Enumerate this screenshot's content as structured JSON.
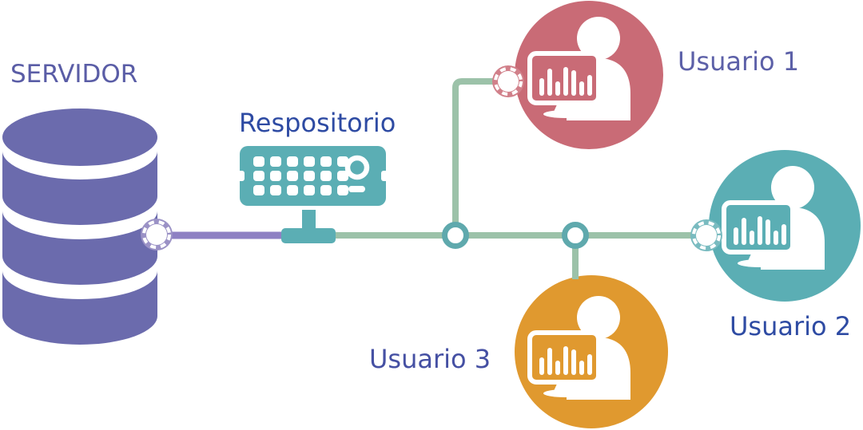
{
  "diagram": {
    "nodes": {
      "servidor": {
        "label": "SERVIDOR",
        "type": "database-server",
        "icon": "database-icon",
        "color": "#6B6BAD"
      },
      "repositorio": {
        "label": "Respositorio",
        "type": "repository-device",
        "icon": "network-device-icon",
        "color": "#5BAEB4"
      },
      "usuario1": {
        "label": "Usuario 1",
        "type": "user-workstation",
        "icon": "user-monitor-icon",
        "color": "#C96B76"
      },
      "usuario2": {
        "label": "Usuario 2",
        "type": "user-workstation",
        "icon": "user-monitor-icon",
        "color": "#5BAEB4"
      },
      "usuario3": {
        "label": "Usuario 3",
        "type": "user-workstation",
        "icon": "user-monitor-icon",
        "color": "#E0992F"
      }
    },
    "connections": [
      {
        "from": "servidor",
        "to": "repositorio",
        "line_color": "#8E81C3"
      },
      {
        "from": "repositorio",
        "to": "usuario1",
        "line_color": "#9CC2A9"
      },
      {
        "from": "repositorio",
        "to": "usuario2",
        "line_color": "#9CC2A9"
      },
      {
        "from": "repositorio",
        "to": "usuario3",
        "line_color": "#9CC2A9"
      }
    ],
    "label_colors": {
      "servidor": "#5A5DA6",
      "repositorio": "#2E4BA3",
      "usuario1": "#5C60A8",
      "usuario2": "#2E4BA3",
      "usuario3": "#4550A3"
    },
    "junction_ring_color": "#5FA9AD",
    "connector_port_colors": {
      "servidor": "#9B92C6",
      "usuario1": "#D1808A",
      "usuario2": "#79BBC0"
    }
  }
}
